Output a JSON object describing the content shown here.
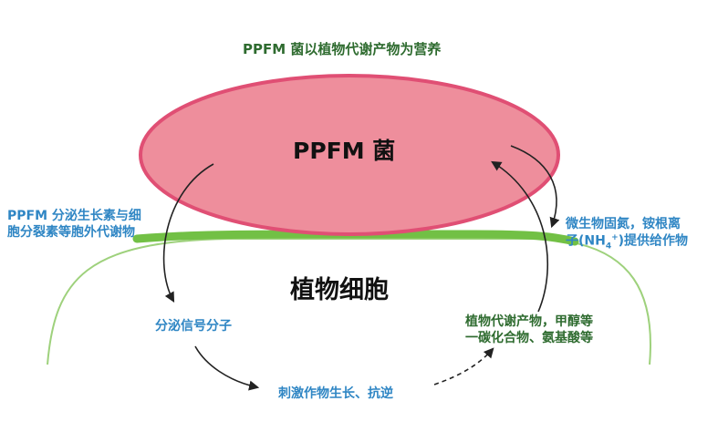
{
  "title": "PPFM 菌以植物代谢产物为营养",
  "bacteria_label": "PPFM 菌",
  "plant_cell_label": "植物细胞",
  "left_label": [
    "PPFM 分泌生长素与细",
    "胞分裂素等胞外代谢物"
  ],
  "secreted_label": "分泌信号分子",
  "stimulate_label": "刺激作物生长、抗逆",
  "right_lower_label": [
    "植物代谢产物，甲醇等",
    "一碳化合物、氨基酸等"
  ],
  "right_upper_label": {
    "line1": "微生物固氮，铵根离",
    "line2_prefix": "子(NH",
    "line2_sub": "4",
    "line2_sup": "+",
    "line2_suffix": ")提供给作物"
  },
  "colors": {
    "ellipse_fill": "#ee8e9c",
    "ellipse_stroke": "#e04f74",
    "cell_outline": "#72c045",
    "green_text": "#2e6b2f",
    "blue_text": "#2f86c4"
  }
}
